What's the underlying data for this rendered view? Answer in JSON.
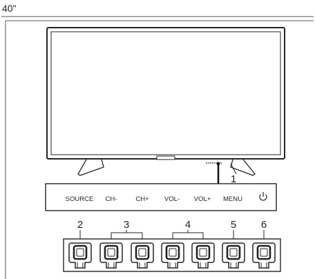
{
  "size_label": "40\"",
  "callouts": {
    "sensor": "1",
    "source": "2",
    "channel": "3",
    "volume": "4",
    "menu": "5",
    "power": "6"
  },
  "buttons": [
    {
      "label": "SOURCE"
    },
    {
      "label": "CH-"
    },
    {
      "label": "CH+"
    },
    {
      "label": "VOL-"
    },
    {
      "label": "VOL+"
    },
    {
      "label": "MENU"
    },
    {
      "label": "",
      "icon": "power-icon"
    }
  ]
}
